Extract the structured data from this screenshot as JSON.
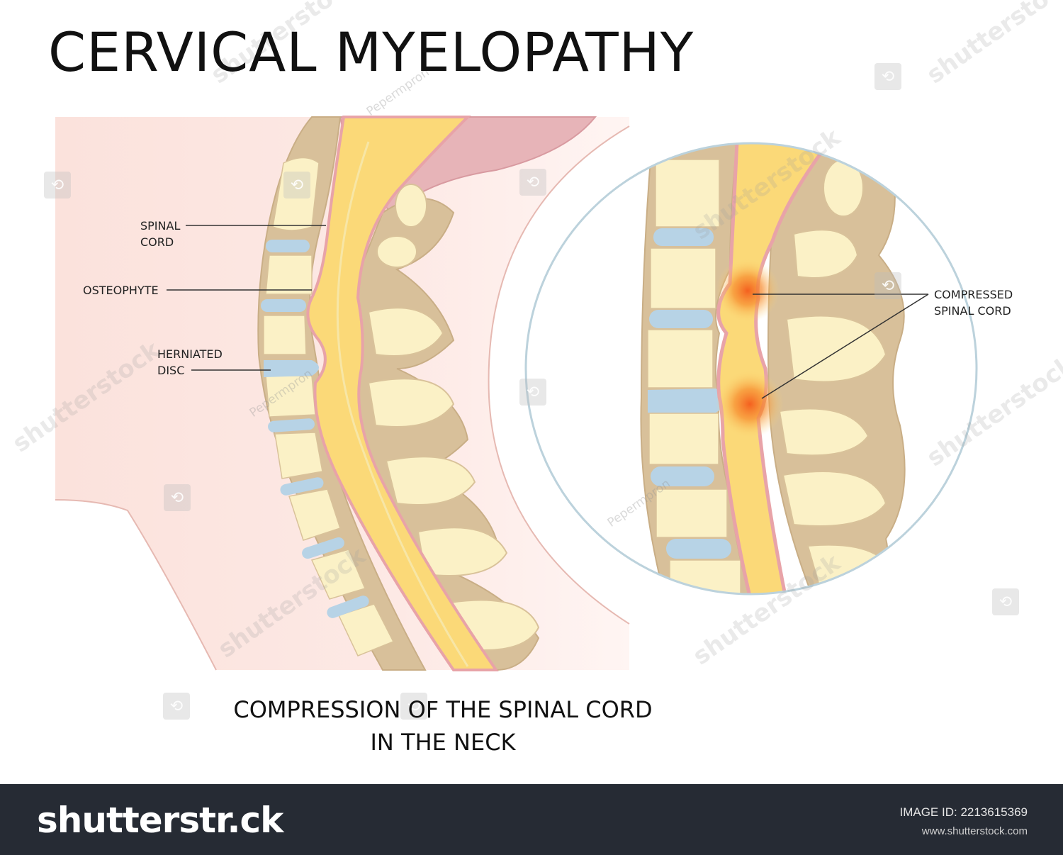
{
  "title": "CERVICAL MYELOPATHY",
  "labels": {
    "spinal_cord": [
      "SPINAL",
      "CORD"
    ],
    "osteophyte": "OSTEOPHYTE",
    "herniated_disc": [
      "HERNIATED",
      "DISC"
    ],
    "compressed_spinal_cord": [
      "COMPRESSED",
      "SPINAL CORD"
    ]
  },
  "caption": [
    "COMPRESSION OF THE SPINAL CORD",
    "IN THE NECK"
  ],
  "watermarks": {
    "brand": "shutterstock",
    "author": "Pepermpron"
  },
  "footer": {
    "logo": "shutterstr.ck",
    "image_id": "IMAGE ID: 2213615369",
    "site": "www.shutterstock.com"
  },
  "colors": {
    "skin": "#fbe3df",
    "bone": "#fbf1c6",
    "bone_outline": "#d9c29a",
    "disc": "#b7d3e6",
    "cord": "#fbd978",
    "membrane": "#e8a3a8",
    "inflammation": "#f7731f",
    "circle": "#bcd2dc",
    "footer": "#262b34"
  }
}
